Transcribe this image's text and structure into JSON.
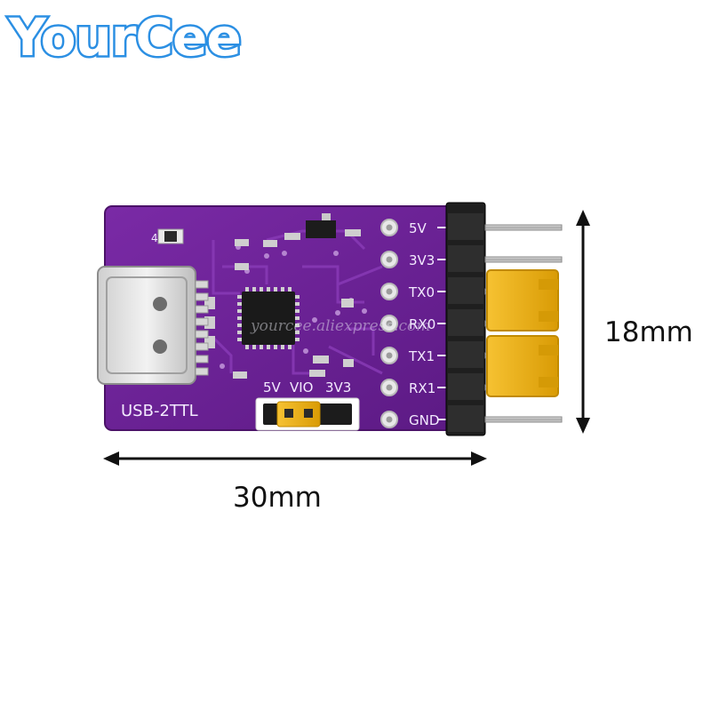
{
  "brand": {
    "name": "YourCee"
  },
  "board": {
    "title": "USB-2TTL",
    "jumper_labels": [
      "5V",
      "VIO",
      "3V3"
    ],
    "pins": [
      {
        "label": "5V"
      },
      {
        "label": "3V3"
      },
      {
        "label": "TX0"
      },
      {
        "label": "RX0"
      },
      {
        "label": "TX1"
      },
      {
        "label": "RX1"
      },
      {
        "label": "GND"
      }
    ],
    "component_label": "4",
    "watermark": "yourcee.aliexpress.com"
  },
  "dimensions": {
    "width_label": "30mm",
    "height_label": "18mm"
  },
  "colors": {
    "pcb": "#6a1f93",
    "jumper": "#f1b40c",
    "brand": "#2b8fe3"
  }
}
